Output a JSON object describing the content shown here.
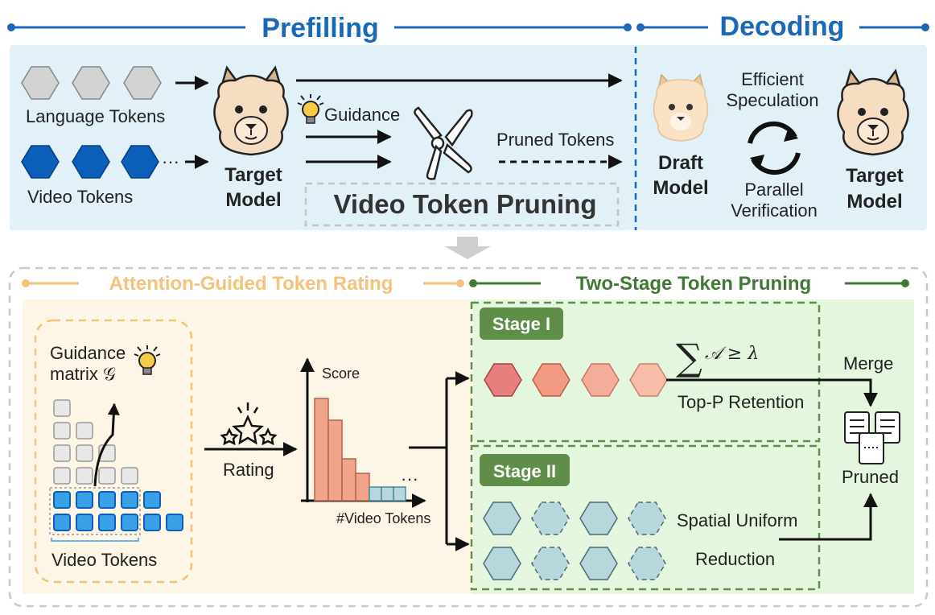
{
  "top": {
    "prefilling": "Prefilling",
    "decoding": "Decoding",
    "language_tokens": "Language Tokens",
    "video_tokens": "Video Tokens",
    "ellipsis": "···",
    "target_model_l1": "Target",
    "target_model_l2": "Model",
    "guidance": "Guidance",
    "pruned_tokens": "Pruned Tokens",
    "video_token_pruning": "Video Token Pruning",
    "draft_model_l1": "Draft",
    "draft_model_l2": "Model",
    "efficient_l1": "Efficient",
    "efficient_l2": "Speculation",
    "parallel_l1": "Parallel",
    "parallel_l2": "Verification",
    "target2_l1": "Target",
    "target2_l2": "Model"
  },
  "bottom": {
    "attention_rating": "Attention-Guided Token Rating",
    "two_stage": "Two-Stage Token Pruning",
    "guidance_matrix_l1": "Guidance",
    "guidance_matrix_l2": "matrix 𝒢",
    "video_tokens": "Video Tokens",
    "rating": "Rating",
    "score": "Score",
    "video_tokens_axis": "#Video Tokens",
    "ellipsis": "···",
    "stage1": "Stage I",
    "stage2": "Stage II",
    "formula_sum": "∑",
    "formula_rest": "𝒜  ≥ λ",
    "top_p": "Top-P Retention",
    "spatial_l1": "Spatial Uniform",
    "spatial_l2": "Reduction",
    "merge": "Merge",
    "pruned": "Pruned"
  },
  "colors": {
    "accent_blue": "#1a68b8",
    "token_blue": "#0b5fb8",
    "token_gray": "#d3d3d3",
    "stage_green": "#5e8e48",
    "rating_yellow": "#f4c27a",
    "bar_salmon": "#f0a58a"
  }
}
